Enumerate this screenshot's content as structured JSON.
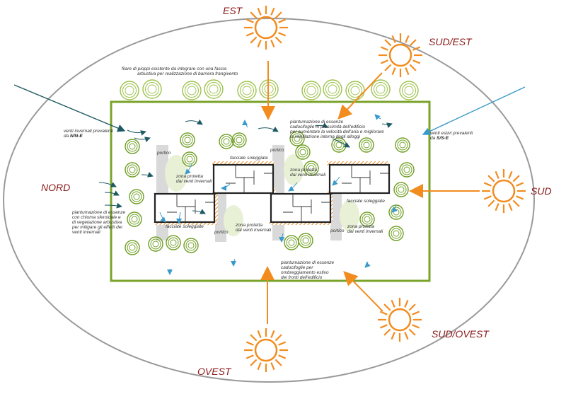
{
  "colors": {
    "sun": "#f28c1e",
    "direction_text": "#8b1a1a",
    "lot_border": "#7aa32a",
    "tree": "#9cc24a",
    "porch": "#d9d9d9",
    "building": "#222222",
    "wind_winter": "#1e5a63",
    "wind_summer": "#3a9ac9",
    "ellipse": "#9a9a9a"
  },
  "directions": {
    "est": "EST",
    "sud_est": "SUD/EST",
    "sud": "SUD",
    "sud_ovest": "SUD/OVEST",
    "ovest": "OVEST",
    "nord": "NORD"
  },
  "notes": {
    "poplar_1": "filare di pioppi esistente da integrare con una fascia",
    "poplar_2": "arbustiva per realizzazione di barriera frangivento",
    "winter_winds_1": "venti invernali prevalenti",
    "winter_winds_2_prefix": "da ",
    "winter_winds_2_bold": "N/N-E",
    "summer_winds_1": "venti estivi prevalenti",
    "summer_winds_2_prefix": "da ",
    "summer_winds_2_bold": "S/S-E",
    "deciduous_1": "piantumazione di essenze",
    "deciduous_2": "caducifoglie in prossimità dell'edificio",
    "deciduous_3": "per aumentare la velocità dell'aria e migliorare",
    "deciduous_4": "la ventilazione interna degli alloggi",
    "evergreen_1": "piantumazione di essenze",
    "evergreen_2": "con chioma sferoidale e",
    "evergreen_3": "di vegetazione arbustiva",
    "evergreen_4": "per mitigare gli effetti dei",
    "evergreen_5": "venti invernali",
    "shade_1": "piantumazione di essenze",
    "shade_2": "caducifoglie per",
    "shade_3": "ombreggiamento estivo",
    "shade_4": "dei fronti dell'edificio",
    "portico": "portico",
    "sunny_facades": "facciate soleggiate",
    "protected_1": "zona protetta",
    "protected_2": "dai venti invernali"
  }
}
